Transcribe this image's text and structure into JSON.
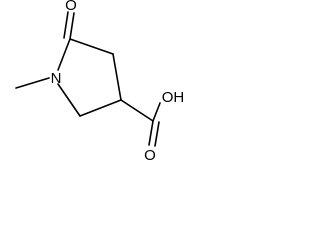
{
  "molecule": {
    "atoms": {
      "ring_oxygen": "O",
      "nitrogen": "N",
      "acid_hydroxyl": "OH",
      "acid_carbonyl": "O"
    },
    "colors": {
      "bond": "#000000",
      "text": "#000000",
      "background": "#ffffff"
    }
  }
}
